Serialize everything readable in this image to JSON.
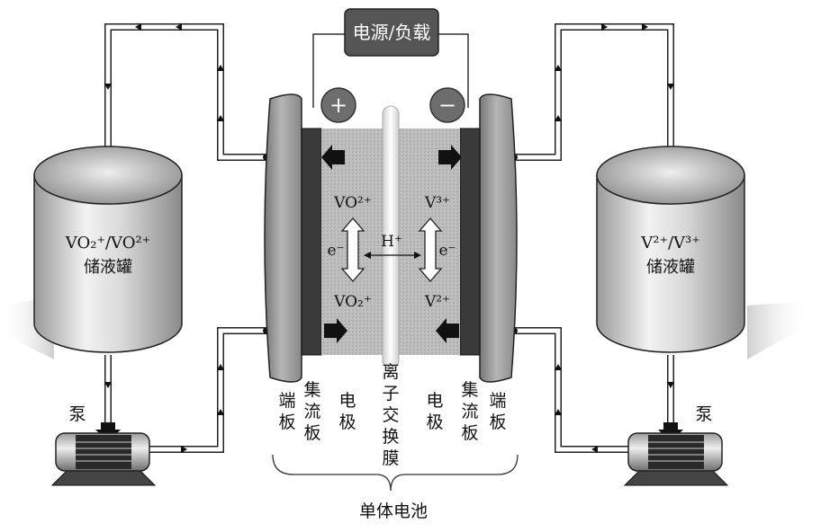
{
  "power_label": "电源/负载",
  "positive_sign": "+",
  "negative_sign": "−",
  "tank_left": {
    "chem": "VO₂⁺/VO²⁺",
    "name": "储液罐"
  },
  "tank_right": {
    "chem": "V²⁺/V³⁺",
    "name": "储液罐"
  },
  "pump_left_label": "泵",
  "pump_right_label": "泵",
  "cell": {
    "left_top_ion": "VO²⁺",
    "left_bottom_ion": "VO₂⁺",
    "right_top_ion": "V³⁺",
    "right_bottom_ion": "V²⁺",
    "electron_left": "e⁻",
    "electron_right": "e⁻",
    "proton": "H⁺"
  },
  "parts": {
    "end_plate_left": [
      "端",
      "板"
    ],
    "collector_left": [
      "集",
      "流",
      "板"
    ],
    "electrode_left": [
      "电",
      "极"
    ],
    "membrane": [
      "离",
      "子",
      "交",
      "换",
      "膜"
    ],
    "electrode_right": [
      "电",
      "极"
    ],
    "collector_right": [
      "集",
      "流",
      "板"
    ],
    "end_plate_right": [
      "端",
      "板"
    ]
  },
  "cell_label": "单体电池"
}
